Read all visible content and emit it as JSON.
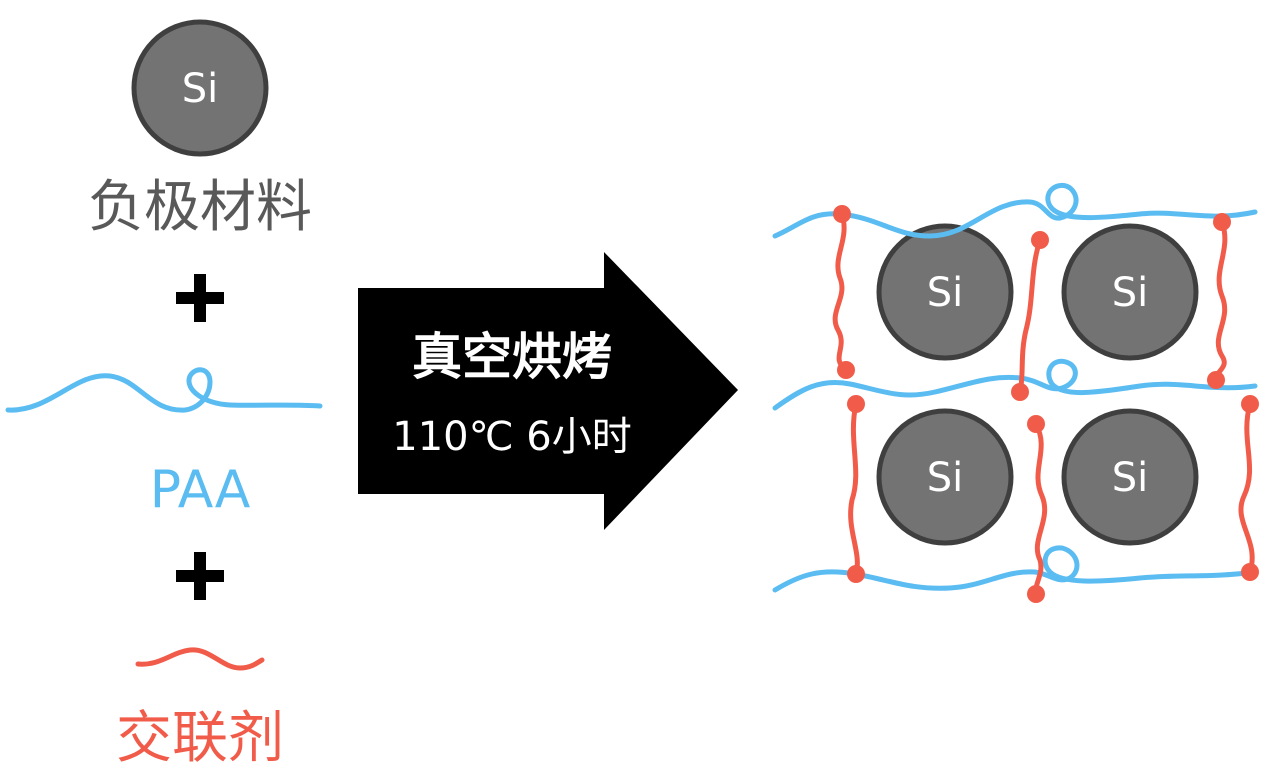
{
  "colors": {
    "si_fill": "#737373",
    "si_stroke": "#3f3f3f",
    "paa": "#5bbcf2",
    "crosslinker": "#f15c4a",
    "arrow": "#000000",
    "anode_text": "#595959"
  },
  "inputs": {
    "si_label": "Si",
    "anode_label": "负极材料",
    "plus_1": "+",
    "paa_label": "PAA",
    "plus_2": "+",
    "crosslinker_label": "交联剂"
  },
  "process": {
    "title": "真空烘烤",
    "condition": "110℃ 6小时"
  },
  "product": {
    "particles": [
      "Si",
      "Si",
      "Si",
      "Si"
    ]
  }
}
